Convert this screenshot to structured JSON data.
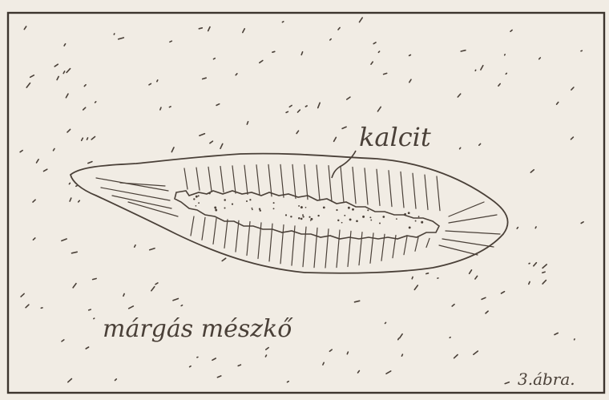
{
  "labels": {
    "mineral": "kalcit",
    "rock": "márgás mészkő",
    "figure": "3.ábra."
  },
  "colors": {
    "paper": "#f1ece4",
    "ink": "#4a4038",
    "frame": "#3d352e"
  }
}
